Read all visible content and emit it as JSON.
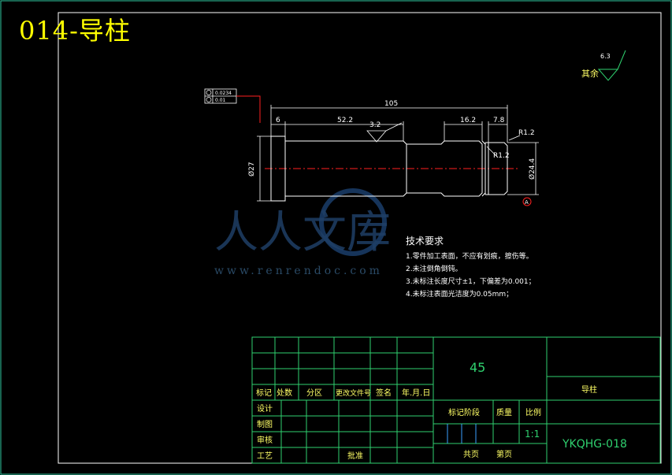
{
  "title": "014-导柱",
  "roughness": {
    "label": "其余",
    "value": "6.3"
  },
  "tolerance": {
    "row1": "0.0234",
    "row2": "0.01"
  },
  "dims": {
    "overall": "105",
    "d1": "6",
    "d2": "52.2",
    "d3": "16.2",
    "d4": "7.8",
    "r1": "R1.2",
    "r2": "R1.2",
    "dia_left": "Ø27",
    "dia_right": "Ø24.4",
    "rough_mark": "3.2",
    "datum": "A"
  },
  "tech": {
    "heading": "技术要求",
    "items": [
      "1.零件加工表面，不应有划痕，擦伤等。",
      "2.未注倒角倒钝。",
      "3.未标注长度尺寸±1，下偏差为0.001；",
      "4.未标注表面光洁度为0.05mm；"
    ]
  },
  "watermark": {
    "text": "人人文库",
    "url": "www.renrendoc.com"
  },
  "titleblock": {
    "material": "45",
    "part_name": "导柱",
    "drawing_no": "YKQHG-018",
    "scale_label": "比例",
    "scale": "1:1",
    "weight_label": "质量",
    "stage_label": "标记阶段",
    "total_sheets": "共页",
    "sheet": "第页",
    "hdr": [
      "标记",
      "处数",
      "分区",
      "更改文件号",
      "签名",
      "年.月.日"
    ],
    "roles": [
      "设计",
      "制图",
      "审核",
      "工艺"
    ],
    "approve": "批准"
  }
}
